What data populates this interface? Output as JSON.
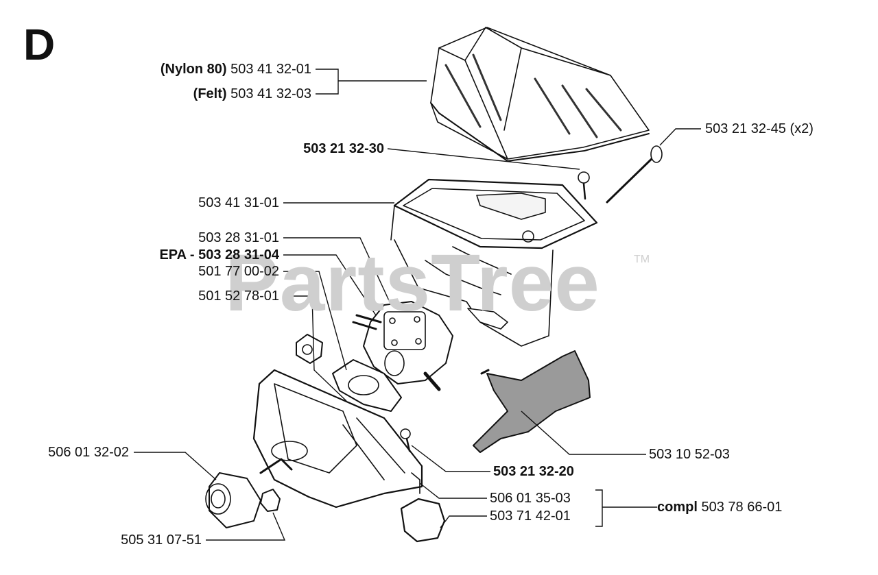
{
  "section_letter": "D",
  "watermark": {
    "text": "PartsTree",
    "tm": "TM"
  },
  "labels": {
    "nylon_prefix": "(Nylon 80)",
    "nylon_part": "503 41 32-01",
    "felt_prefix": "(Felt)",
    "felt_part": "503 41 32-03",
    "screw_small": "503 21 32-30",
    "screw_long": "503 21 32-45 (x2)",
    "filter_holder": "503 41 31-01",
    "carburetor": "503 28 31-01",
    "epa_prefix": "EPA - ",
    "epa_part": "503 28 31-04",
    "gasket_a": "501 77 00-02",
    "grommet": "501 52 78-01",
    "intake": "506 01 32-02",
    "bracket": "503 10 52-03",
    "screw_bottom": "503 21 32-20",
    "housing": "506 01 35-03",
    "cap": "503 71 42-01",
    "compl_prefix": "compl",
    "compl_part": "503 78 66-01",
    "nut": "505 31 07-51"
  }
}
